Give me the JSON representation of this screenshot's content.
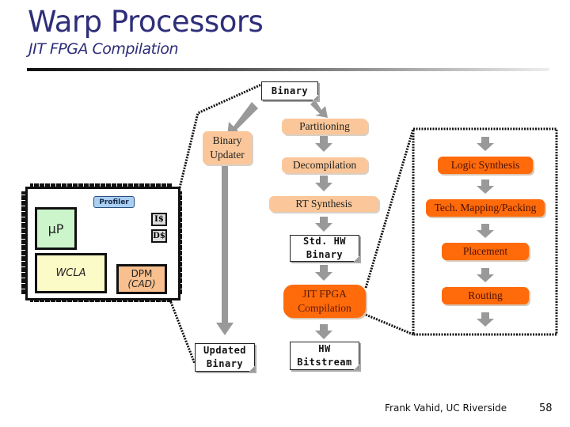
{
  "slide": {
    "title": "Warp Processors",
    "subtitle": "JIT FPGA Compilation",
    "footer_author": "Frank Vahid, UC Riverside",
    "page_number": "58"
  },
  "colors": {
    "title": "#2e2e7a",
    "light_step": "#fbc79a",
    "dark_step": "#ff6a0a",
    "arrow": "#999999",
    "up_block": "#ccf5cc",
    "wcla_block": "#fbfbc8",
    "dpm_block": "#f8c08e",
    "profiler": "#a9d0f2"
  },
  "chip": {
    "profiler": "Profiler",
    "processor": "µP",
    "icache": "I$",
    "dcache": "D$",
    "wcla": "WCLA",
    "dpm": "DPM",
    "dpm_sub": "(CAD)"
  },
  "flow": {
    "binary": "Binary",
    "binary_updater": "Binary Updater",
    "partitioning": "Partitioning",
    "decompilation": "Decompilation",
    "rt_synthesis": "RT Synthesis",
    "std_hw_binary": "Std. HW Binary",
    "jit_fpga": "JIT FPGA Compilation",
    "hw_bitstream": "HW Bitstream",
    "updated_binary": "Updated Binary"
  },
  "jit_steps": [
    "Logic Synthesis",
    "Tech. Mapping/Packing",
    "Placement",
    "Routing"
  ]
}
